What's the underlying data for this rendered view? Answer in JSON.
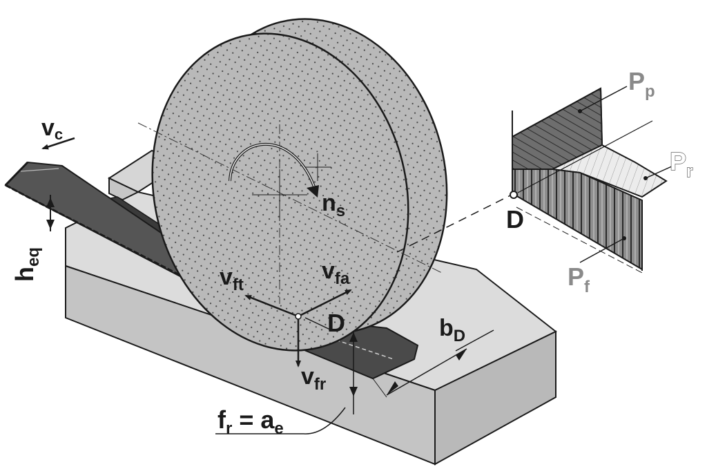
{
  "labels": {
    "vc_main": "v",
    "vc_sub": "c",
    "heq_main": "h",
    "heq_sub": "eq",
    "ns_main": "n",
    "ns_sub": "s",
    "vft_main": "v",
    "vft_sub": "ft",
    "vfa_main": "v",
    "vfa_sub": "fa",
    "d_contact": "D",
    "bd_main": "b",
    "bd_sub": "D",
    "vfr_main": "v",
    "vfr_sub": "fr",
    "fr_main": "f",
    "fr_sub": "r",
    "fr_eq": " = a",
    "fr_ae_sub": "e",
    "pp_main": "P",
    "pp_sub": "p",
    "pr_main": "P",
    "pr_sub": "r",
    "pf_main": "P",
    "pf_sub": "f",
    "d_detail": "D"
  },
  "colors": {
    "block_top": "#dcdcdc",
    "block_front": "#c4c4c4",
    "block_side": "#b9b9b9",
    "wheel": "#b8b8b8",
    "chip": "#555555",
    "pp_face": "#6e6e6e",
    "pr_face": "#e6e6e6",
    "pf_face": "#8a8a8a",
    "line": "#1a1a1a"
  }
}
